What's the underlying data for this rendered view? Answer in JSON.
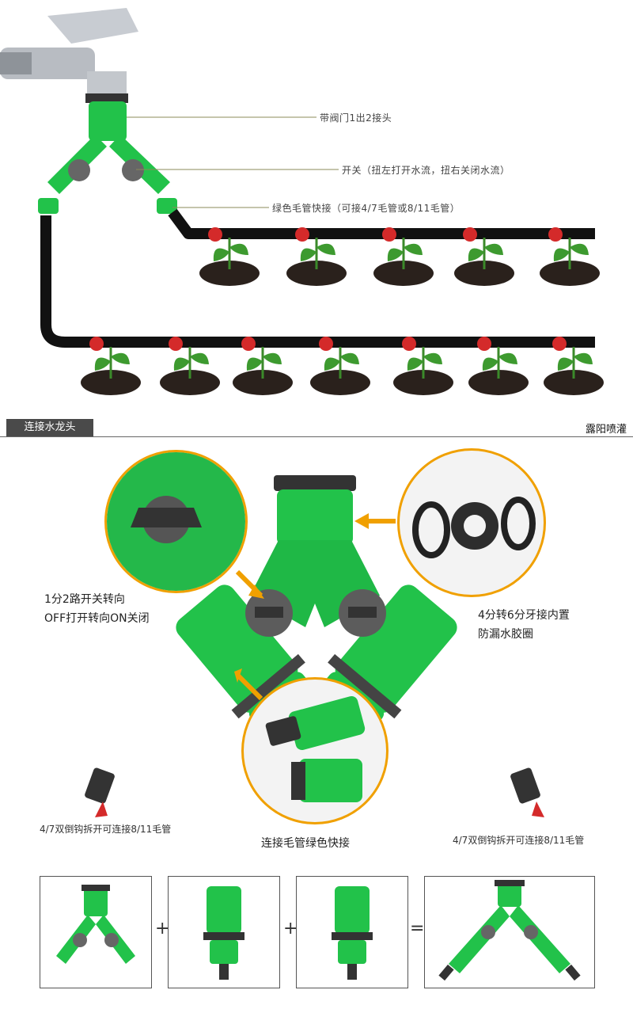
{
  "top_labels": {
    "valve_adapter": "带阀门1出2接头",
    "switch": "开关（扭左打开水流，扭右关闭水流）",
    "quick_connector": "绿色毛管快接（可接4/7毛管或8/11毛管）"
  },
  "section_bar": {
    "left": "连接水龙头",
    "right": "露阳喷灌"
  },
  "detail_labels": {
    "switch_direction": "1分2路开关转向",
    "off_on": "OFF打开转向ON关闭",
    "thread_convert": "4分转6分牙接内置",
    "leak_ring": "防漏水胶圈",
    "left_barb": "4/7双倒钩拆开可连接8/11毛管",
    "right_barb": "4/7双倒钩拆开可连接8/11毛管",
    "quick_green": "连接毛管绿色快接"
  },
  "bottom_ops": {
    "plus1": "+",
    "plus2": "+",
    "equals": "="
  },
  "colors": {
    "green": "#22c24a",
    "dark_green": "#138a2e",
    "pipe": "#111111",
    "accent": "#f0a000",
    "tomato": "#d42a2a"
  }
}
